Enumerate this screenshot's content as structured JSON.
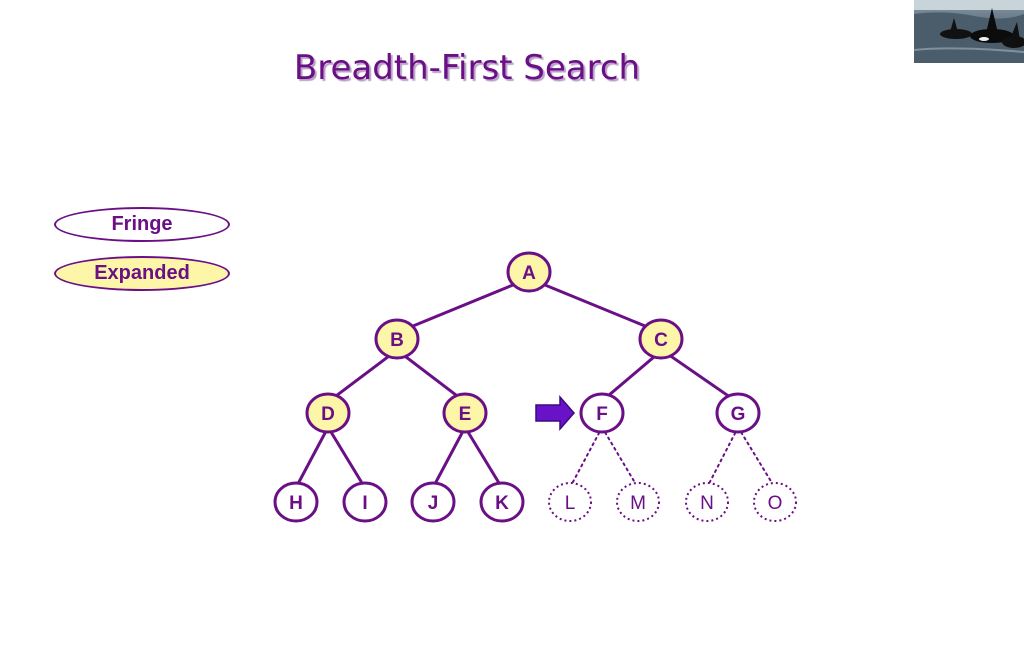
{
  "title": "Breadth-First Search",
  "legend": {
    "fringe_label": "Fringe",
    "expanded_label": "Expanded"
  },
  "colors": {
    "stroke": "#6a0f86",
    "expanded_fill": "#fdf6a8",
    "fringe_fill": "#ffffff",
    "arrow_fill": "#6a12c8"
  },
  "tree": {
    "nodes": [
      {
        "id": "A",
        "label": "A",
        "state": "expanded"
      },
      {
        "id": "B",
        "label": "B",
        "state": "expanded"
      },
      {
        "id": "C",
        "label": "C",
        "state": "expanded"
      },
      {
        "id": "D",
        "label": "D",
        "state": "expanded"
      },
      {
        "id": "E",
        "label": "E",
        "state": "expanded"
      },
      {
        "id": "F",
        "label": "F",
        "state": "fringe"
      },
      {
        "id": "G",
        "label": "G",
        "state": "fringe"
      },
      {
        "id": "H",
        "label": "H",
        "state": "fringe"
      },
      {
        "id": "I",
        "label": "I",
        "state": "fringe"
      },
      {
        "id": "J",
        "label": "J",
        "state": "fringe"
      },
      {
        "id": "K",
        "label": "K",
        "state": "fringe"
      },
      {
        "id": "L",
        "label": "L",
        "state": "unseen"
      },
      {
        "id": "M",
        "label": "M",
        "state": "unseen"
      },
      {
        "id": "N",
        "label": "N",
        "state": "unseen"
      },
      {
        "id": "O",
        "label": "O",
        "state": "unseen"
      }
    ],
    "edges": [
      [
        "A",
        "B"
      ],
      [
        "A",
        "C"
      ],
      [
        "B",
        "D"
      ],
      [
        "B",
        "E"
      ],
      [
        "C",
        "F"
      ],
      [
        "C",
        "G"
      ],
      [
        "D",
        "H"
      ],
      [
        "D",
        "I"
      ],
      [
        "E",
        "J"
      ],
      [
        "E",
        "K"
      ],
      [
        "F",
        "L"
      ],
      [
        "F",
        "M"
      ],
      [
        "G",
        "N"
      ],
      [
        "G",
        "O"
      ]
    ],
    "current_node": "F",
    "pointer_icon": "right-arrow-icon"
  },
  "photo_icon": "orca-photo"
}
